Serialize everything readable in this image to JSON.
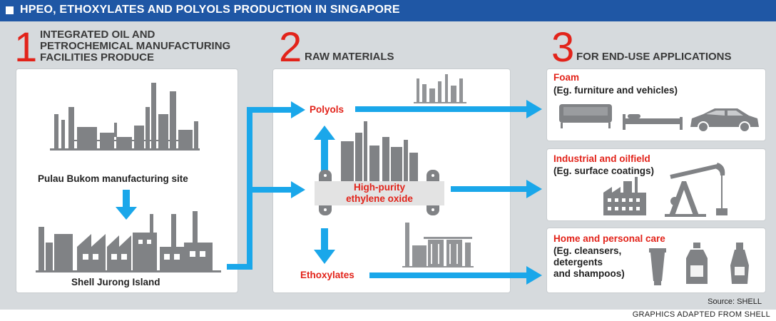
{
  "title": "HPEO, ETHOXYLATES AND POLYOLS PRODUCTION IN SINGAPORE",
  "sections": [
    {
      "number": "1",
      "heading_lines": [
        "INTEGRATED OIL AND",
        "PETROCHEMICAL MANUFACTURING",
        "FACILITIES PRODUCE"
      ]
    },
    {
      "number": "2",
      "heading_lines": [
        "RAW MATERIALS"
      ]
    },
    {
      "number": "3",
      "heading_lines": [
        "FOR END-USE APPLICATIONS"
      ]
    }
  ],
  "facilities": {
    "top": "Pulau Bukom manufacturing site",
    "bottom": "Shell Jurong Island"
  },
  "raw_materials": {
    "center_lines": [
      "High-purity",
      "ethylene oxide"
    ],
    "top": "Polyols",
    "bottom": "Ethoxylates"
  },
  "applications": [
    {
      "title": "Foam",
      "desc_lines": [
        "(Eg. furniture and vehicles)"
      ]
    },
    {
      "title": "Industrial and oilfield",
      "desc_lines": [
        "(Eg. surface coatings)"
      ]
    },
    {
      "title": "Home and personal care",
      "desc_lines": [
        "(Eg. cleansers,",
        "detergents",
        "and shampoos)"
      ]
    }
  ],
  "source": "Source: SHELL",
  "credit": "GRAPHICS ADAPTED FROM SHELL",
  "colors": {
    "arrow": "#1aa7ea",
    "accent": "#e2231a",
    "header": "#1f57a5",
    "background": "#d6dadd",
    "icon": "#808285"
  }
}
